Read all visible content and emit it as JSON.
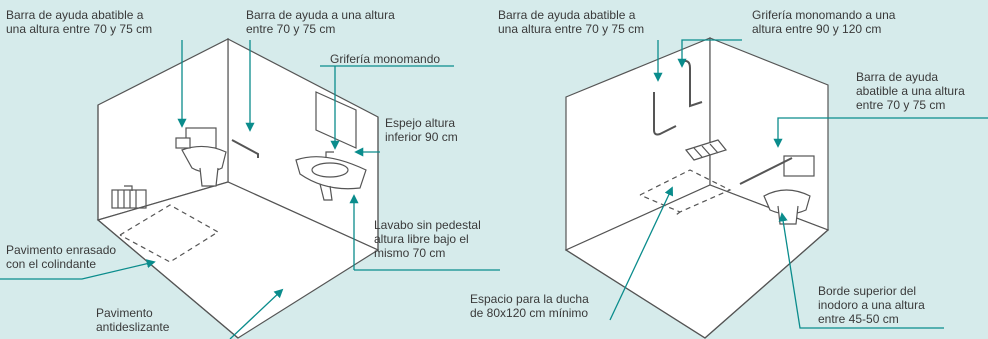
{
  "colors": {
    "background": "#d6ebeb",
    "room_fill": "#ffffff",
    "line": "#555555",
    "arrow": "#0a8c8c",
    "text": "#3a3a3a"
  },
  "left_room": {
    "labels": {
      "swing_bar": [
        "Barra de ayuda abatible a",
        "una altura entre 70 y 75 cm"
      ],
      "fixed_bar": [
        "Barra de ayuda a una altura",
        "entre 70 y 75 cm"
      ],
      "single_lever_faucet": [
        "Grifería monomando"
      ],
      "mirror": [
        "Espejo altura",
        "inferior 90 cm"
      ],
      "sink": [
        "Lavabo sin pedestal",
        "altura libre bajo el",
        "mismo 70 cm"
      ],
      "flush_floor": [
        "Pavimento enrasado",
        "con el colindante"
      ],
      "non_slip_floor": [
        "Pavimento",
        "antideslizante"
      ]
    }
  },
  "right_room": {
    "labels": {
      "swing_bar": [
        "Barra de ayuda abatible a",
        "una altura entre 70 y 75 cm"
      ],
      "shower_faucet": [
        "Grifería monomando a una",
        "altura entre 90 y 120 cm"
      ],
      "toilet_bar": [
        "Barra de ayuda",
        "abatible a una altura",
        "entre 70 y 75 cm"
      ],
      "shower_space": [
        "Espacio para la ducha",
        "de 80x120 cm mínimo"
      ],
      "toilet_rim": [
        "Borde superior del",
        "inodoro a una altura",
        "entre 45-50 cm"
      ]
    }
  }
}
